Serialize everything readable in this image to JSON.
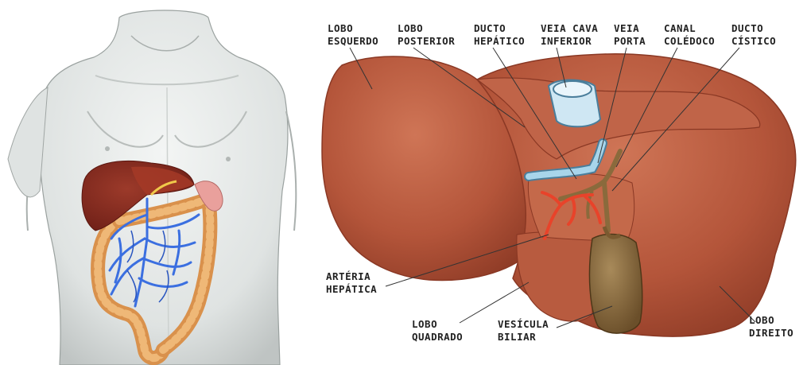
{
  "labels": {
    "lobo_esquerdo": [
      "LOBO",
      "ESQUERDO"
    ],
    "lobo_posterior": [
      "LOBO",
      "POSTERIOR"
    ],
    "ducto_hepatico": [
      "DUCTO",
      "HEPÁTICO"
    ],
    "veia_cava": [
      "VEIA CAVA",
      "INFERIOR"
    ],
    "veia_porta": [
      "VEIA",
      "PORTA"
    ],
    "canal_coledoco": [
      "CANAL",
      "COLÉDOCO"
    ],
    "ducto_cistico": [
      "DUCTO",
      "CÍSTICO"
    ],
    "arteria_hepatica": [
      "ARTÉRIA",
      "HEPÁTICA"
    ],
    "lobo_quadrado": [
      "LOBO",
      "QUADRADO"
    ],
    "vesicula_biliar": [
      "VESÍCULA",
      "BILIAR"
    ],
    "lobo_direito": [
      "LOBO",
      "DIREITO"
    ]
  },
  "colors": {
    "liver": "#b5533a",
    "liver_light": "#c96a4d",
    "vein": "#3b6fe0",
    "cava": "#b8dcef",
    "artery": "#e8432a",
    "gallbladder": "#8a6a3c",
    "colon": "#e6a35d",
    "skin": "#e6eae9"
  }
}
